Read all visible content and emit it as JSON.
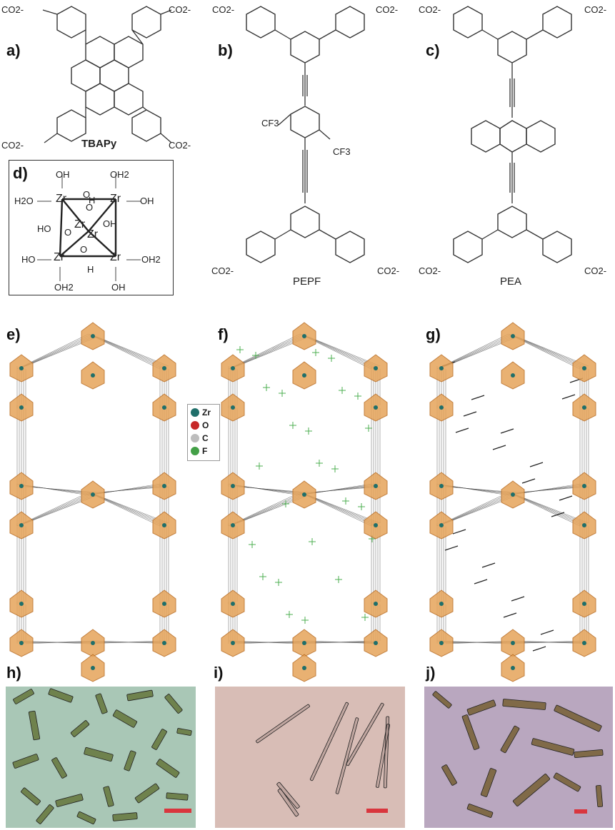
{
  "panels": {
    "a": "a)",
    "b": "b)",
    "c": "c)",
    "d": "d)",
    "e": "e)",
    "f": "f)",
    "g": "g)",
    "h": "h)",
    "i": "i)",
    "j": "j)"
  },
  "names": {
    "a": "TBAPy",
    "b": "PEPF",
    "c": "PEA"
  },
  "carboxylate": "CO2-",
  "substituents": {
    "cf3": "CF3"
  },
  "cluster_d": {
    "labels": [
      "OH",
      "OH2",
      "H2O",
      "Zr",
      "O",
      "H",
      "Zr",
      "OH",
      "HO",
      "O",
      "Zr",
      "OH",
      "Zr",
      "O",
      "HO",
      "Zr",
      "O",
      "Zr",
      "OH2",
      "H",
      "OH2",
      "OH"
    ]
  },
  "legend": {
    "items": [
      {
        "symbol": "Zr",
        "color": "#1f6f6a"
      },
      {
        "symbol": "O",
        "color": "#c62828"
      },
      {
        "symbol": "C",
        "color": "#bdbdbd"
      },
      {
        "symbol": "F",
        "color": "#43a047"
      }
    ]
  },
  "photos": {
    "h": {
      "bg": "#a9c7b6",
      "crystal": "#5c6b2a"
    },
    "i": {
      "bg": "#d8bdb6",
      "crystal": "#3a2a28"
    },
    "j": {
      "bg": "#b9a7bf",
      "crystal": "#6e5520"
    }
  },
  "colors": {
    "node": "#e6a45a",
    "node_dark": "#b86a1e",
    "linker": "#444444",
    "fluorine": "#4caf50",
    "scalebar": "#d9363e"
  }
}
